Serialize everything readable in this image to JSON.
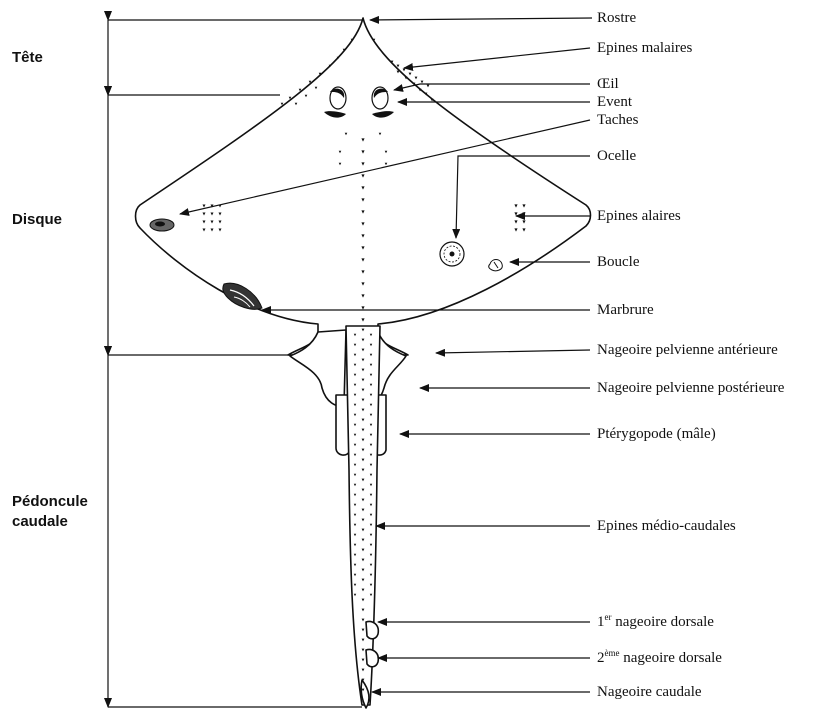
{
  "sections": {
    "head": "Tête",
    "disc": "Disque",
    "peduncle_line1": "Pédoncule",
    "peduncle_line2": "caudale"
  },
  "labels": {
    "rostrum": "Rostre",
    "malar_spines": "Epines malaires",
    "eye": "Œil",
    "spiracle": "Event",
    "spots": "Taches",
    "ocellus": "Ocelle",
    "alar_spines": "Epines alaires",
    "buckler": "Boucle",
    "marbling": "Marbrure",
    "ant_pelvic_fin": "Nageoire pelvienne antérieure",
    "post_pelvic_fin": "Nageoire pelvienne postérieure",
    "clasper": "Ptérygopode (mâle)",
    "mediocaudal_spines": "Epines médio-caudales",
    "first_dorsal_number": "1",
    "first_dorsal_sup": "er",
    "first_dorsal_text": " nageoire dorsale",
    "second_dorsal_number": "2",
    "second_dorsal_sup": "ème",
    "second_dorsal_text": " nageoire dorsale",
    "caudal_fin": "Nageoire caudale"
  }
}
